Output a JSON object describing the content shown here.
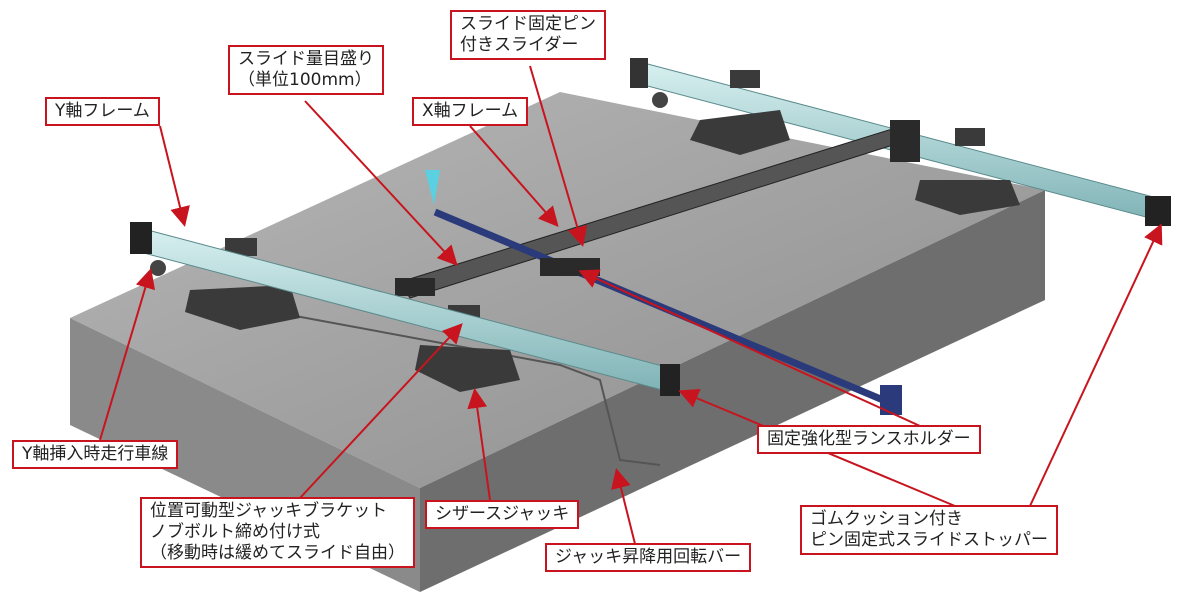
{
  "labels": {
    "slider": [
      "スライド固定ピン",
      "付きスライダー"
    ],
    "scale": [
      "スライド量目盛り",
      "（単位100mm）"
    ],
    "y_frame": "Y軸フレーム",
    "x_frame": "X軸フレーム",
    "y_lane": "Y軸挿入時走行車線",
    "bracket": [
      "位置可動型ジャッキブラケット",
      "ノブボルト締め付け式",
      "（移動時は緩めてスライド自由）"
    ],
    "scissor_jack": "シザースジャッキ",
    "jack_bar": "ジャッキ昇降用回転バー",
    "lance_holder": "固定強化型ランスホルダー",
    "stopper": [
      "ゴムクッション付き",
      "ピン固定式スライドストッパー"
    ]
  },
  "colors": {
    "callout_border": "#c8141e",
    "frame": "#a8d4d6",
    "slab": "#9a9a9a",
    "lance": "#2a3a7a"
  }
}
